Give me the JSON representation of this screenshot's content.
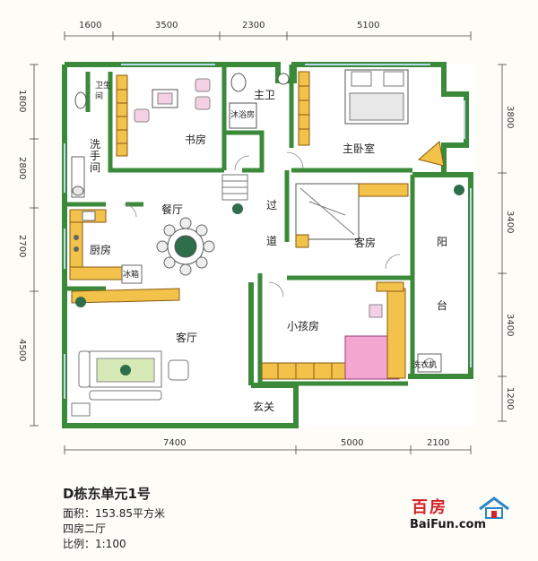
{
  "dimensions": {
    "top": [
      "1600",
      "3500",
      "2300",
      "5100"
    ],
    "bottom": [
      "7400",
      "5000",
      "2100"
    ],
    "left": [
      "1800",
      "2800",
      "2700",
      "4500"
    ],
    "right": [
      "3800",
      "3400",
      "3400",
      "1200"
    ]
  },
  "rooms": {
    "toilet": "卫生间",
    "washroom": "洗手间",
    "study": "书房",
    "master_bath": "主卫",
    "shower": "沐浴房",
    "master_bedroom": "主卧室",
    "dining": "餐厅",
    "corridor": "过道",
    "guest_room": "客房",
    "balcony": "阳台",
    "kitchen": "厨房",
    "fridge": "冰箱",
    "kids_room": "小孩房",
    "living": "客厅",
    "washer": "洗衣机",
    "entrance": "玄关"
  },
  "info": {
    "title": "D栋东单元1号",
    "area": "面积：153.85平方米",
    "layout": "四房二厅",
    "scale": "比例：1:100"
  },
  "brand": {
    "name_cn": "百房",
    "name_en": "BaiFun.com"
  },
  "colors": {
    "wall": "#3a8a3a",
    "floor": "#ffffff",
    "wood": "#f2c24a",
    "bed_pink": "#f3a6d0",
    "brand_red": "#d2232a"
  }
}
